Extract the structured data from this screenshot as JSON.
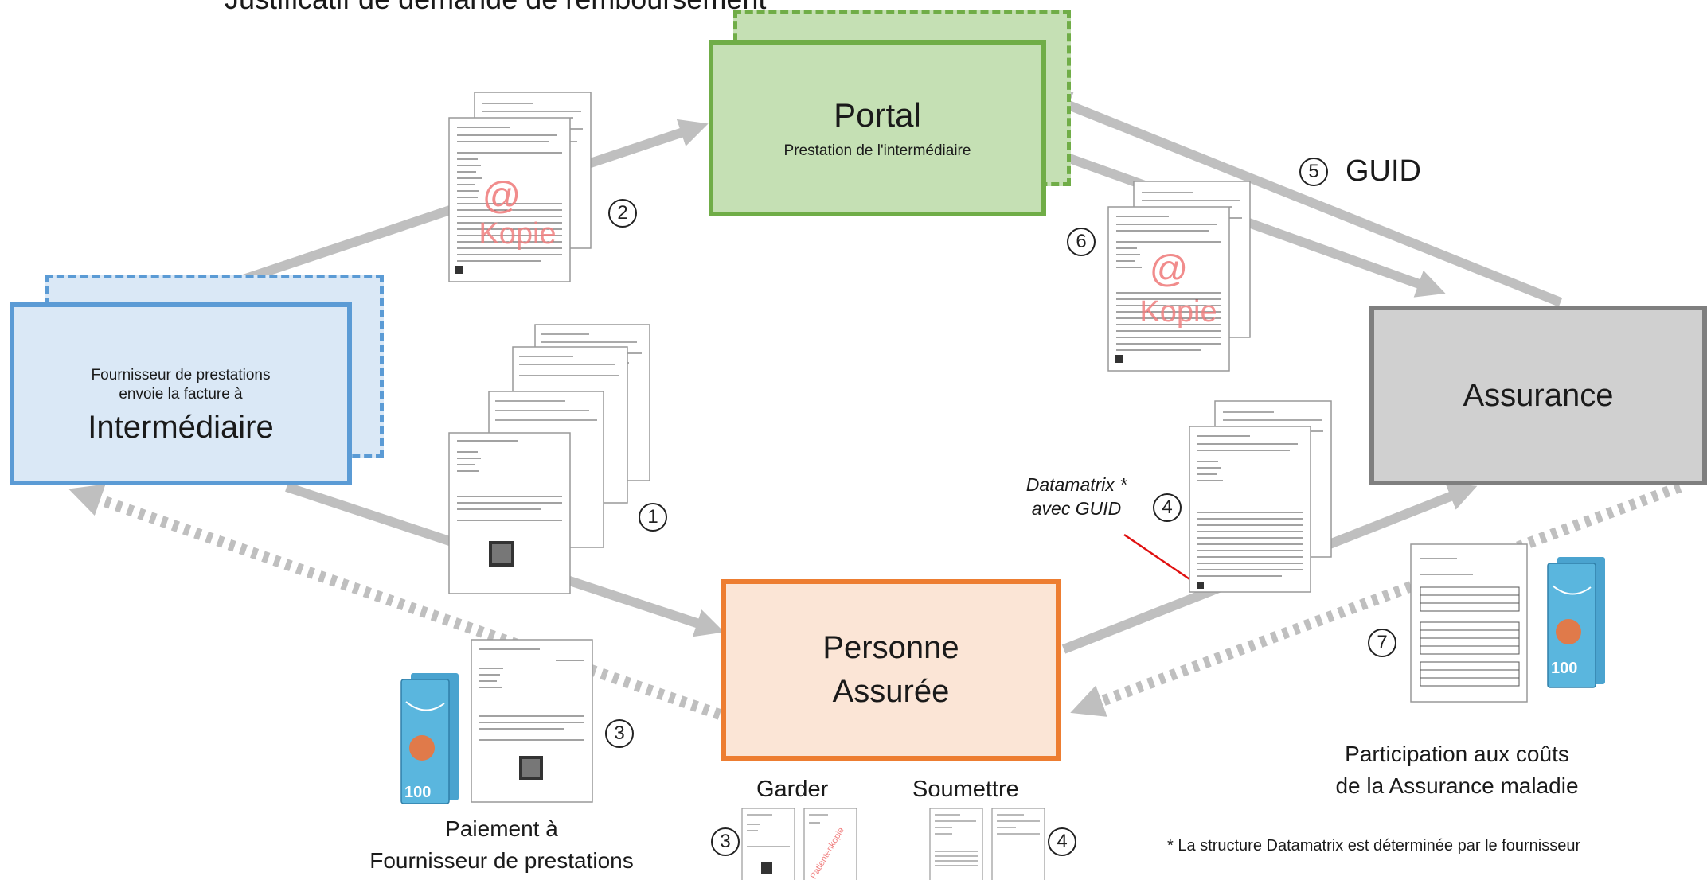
{
  "title": "Justificatif de demande de remboursement",
  "nodes": {
    "portal": {
      "title": "Portal",
      "subtitle": "Prestation de l'intermédiaire"
    },
    "intermediaire": {
      "line1": "Fournisseur de prestations",
      "line2": "envoie la facture à",
      "title": "Intermédiaire"
    },
    "assurance": {
      "title": "Assurance"
    },
    "personne": {
      "line1": "Personne",
      "line2": "Assurée"
    }
  },
  "labels": {
    "guid": "GUID",
    "datamatrix_line1": "Datamatrix *",
    "datamatrix_line2": "avec GUID",
    "paiement_line1": "Paiement à",
    "paiement_line2": "Fournisseur de prestations",
    "garder": "Garder",
    "soumettre": "Soumettre",
    "participation_line1": "Participation aux coûts",
    "participation_line2": "de la Assurance maladie",
    "footnote": "* La structure Datamatrix est déterminée par le fournisseur",
    "kopie": "Kopie",
    "at": "@",
    "banknote_value": "100"
  },
  "steps": {
    "s1": "1",
    "s2": "2",
    "s3": "3",
    "s4": "4",
    "s5": "5",
    "s6": "6",
    "s7": "7"
  },
  "colors": {
    "portal_fill": "#c5e0b4",
    "portal_border": "#70ad47",
    "inter_fill": "#dae8f6",
    "inter_border": "#5b9bd5",
    "assur_fill": "#d0d0d0",
    "assur_border": "#7f7f7f",
    "pers_fill": "#fbe5d6",
    "pers_border": "#ed7d31",
    "arrow": "#bfbfbf",
    "red_arrow": "#e01010",
    "kopie": "#f08080"
  }
}
